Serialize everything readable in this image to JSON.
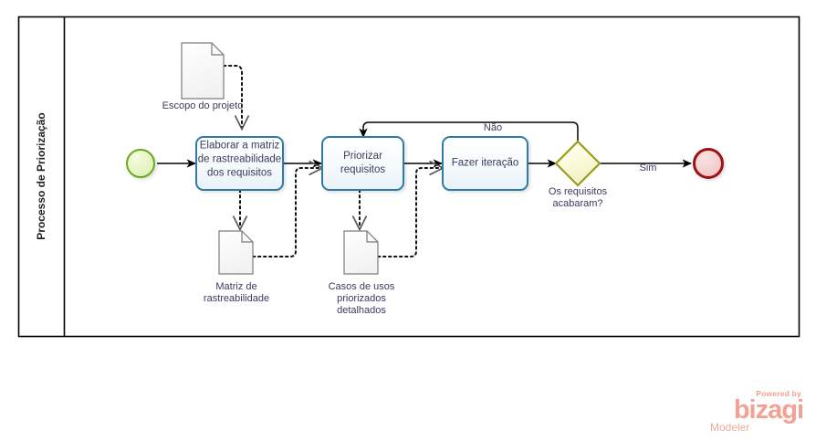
{
  "diagram": {
    "type": "bpmn-process",
    "pool": {
      "label": "Processo de Priorização"
    },
    "start_event": {
      "name": "start-event"
    },
    "end_event": {
      "name": "end-event"
    },
    "tasks": [
      {
        "id": "task-elaborar",
        "label": "Elaborar a matriz de rastreabilidade dos requisitos"
      },
      {
        "id": "task-priorizar",
        "label": "Priorizar requisitos"
      },
      {
        "id": "task-iteracao",
        "label": "Fazer iteração"
      }
    ],
    "gateway": {
      "id": "gateway-requisitos",
      "label": "Os requisitos acabaram?"
    },
    "flow_labels": {
      "nao": "Não",
      "sim": "Sim"
    },
    "data_objects": [
      {
        "id": "data-escopo",
        "label": "Escopo do projeto"
      },
      {
        "id": "data-matriz",
        "label": "Matriz de rastreabilidade"
      },
      {
        "id": "data-casos",
        "label": "Casos de usos priorizados detalhados"
      }
    ],
    "colors": {
      "task_border": "#2e7ba8",
      "start_border": "#6aa81f",
      "end_border": "#9c1313",
      "gateway_border": "#9a9a1e",
      "gateway_fill": "#fbfbd7",
      "flow_line": "#000000",
      "pool_line": "#000000",
      "text": "#3a3a5c"
    }
  },
  "branding": {
    "powered_by": "Powered by",
    "product": "bizagi",
    "edition": "Modeler"
  }
}
